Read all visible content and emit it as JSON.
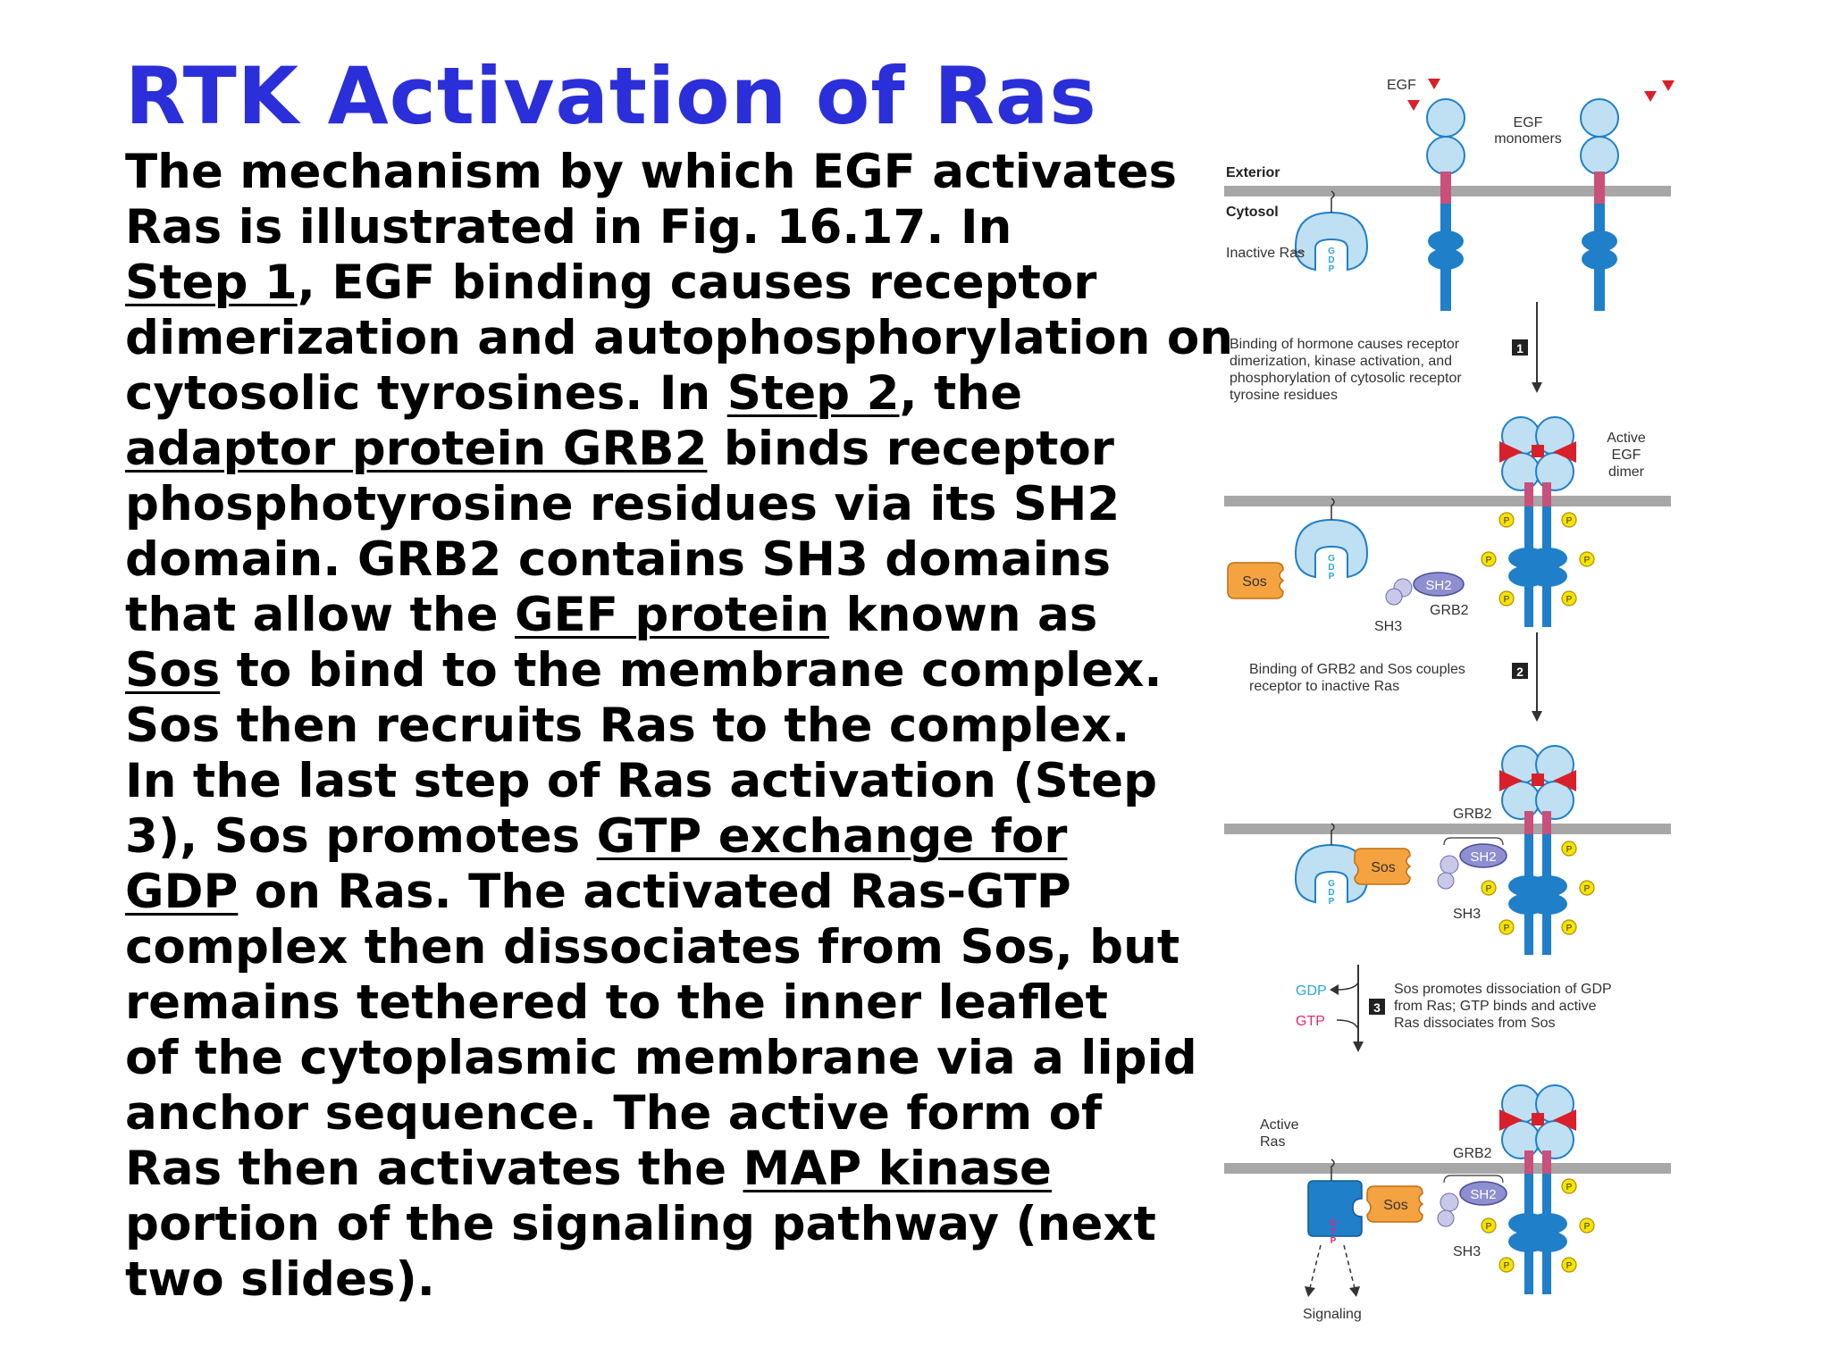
{
  "title": "RTK Activation of Ras",
  "paragraph": {
    "l1": [
      "The mechanism by which EGF activates"
    ],
    "l2": [
      "Ras is illustrated in Fig. 16.17. In"
    ],
    "l3": [
      "Step 1",
      ", EGF binding causes receptor"
    ],
    "l4": [
      "dimerization and autophosphorylation on"
    ],
    "l5": [
      "cytosolic tyrosines. In ",
      "Step 2",
      ", the"
    ],
    "l6": [
      "adaptor protein GRB2",
      " binds receptor"
    ],
    "l7": [
      "phosphotyrosine residues via its SH2"
    ],
    "l8": [
      "domain. GRB2 contains SH3 domains"
    ],
    "l9": [
      "that allow the ",
      "GEF protein",
      " known as"
    ],
    "l10": [
      "Sos",
      " to bind to the membrane complex."
    ],
    "l11": [
      "Sos then recruits Ras to the complex."
    ],
    "l12": [
      "In the last step of Ras activation (Step"
    ],
    "l13": [
      "3), Sos promotes ",
      "GTP exchange for"
    ],
    "l14": [
      "GDP",
      " on Ras. The activated Ras-GTP"
    ],
    "l15": [
      "complex then dissociates from Sos, but"
    ],
    "l16": [
      "remains tethered to the inner leaflet"
    ],
    "l17": [
      "of the cytoplasmic membrane via a lipid"
    ],
    "l18": [
      "anchor sequence. The active form of"
    ],
    "l19": [
      "Ras then activates the ",
      "MAP kinase"
    ],
    "l20": [
      "portion of the signaling pathway (next"
    ],
    "l21": [
      "two slides)."
    ]
  },
  "diagram": {
    "egf": "EGF",
    "egf_monomers": [
      "EGF",
      "monomers"
    ],
    "exterior": "Exterior",
    "cytosol": "Cytosol",
    "inactive_ras": "Inactive Ras",
    "gdp_letters": [
      "G",
      "D",
      "P"
    ],
    "gtp_letters": [
      "G",
      "T",
      "P"
    ],
    "step1_caption": [
      "Binding of hormone causes receptor",
      "dimerization, kinase activation, and",
      "phosphorylation of cytosolic receptor",
      "tyrosine residues"
    ],
    "step1_num": "1",
    "active_egf_dimer": [
      "Active",
      "EGF",
      "dimer"
    ],
    "p": "P",
    "sos": "Sos",
    "sh2": "SH2",
    "sh3": "SH3",
    "grb2": "GRB2",
    "step2_caption": [
      "Binding of GRB2 and Sos couples",
      "receptor to inactive Ras"
    ],
    "step2_num": "2",
    "gdp": "GDP",
    "gtp": "GTP",
    "step3_num": "3",
    "step3_caption": [
      "Sos promotes dissociation of GDP",
      "from Ras; GTP binds and active",
      "Ras dissociates from Sos"
    ],
    "active_ras": [
      "Active",
      "Ras"
    ],
    "signaling": "Signaling"
  },
  "colors": {
    "title": "#2b2fd9",
    "receptor": "#1f7fc9",
    "receptor_light": "#bfe0f2",
    "membrane": "#a7a7a7",
    "sos": "#f4a340",
    "grb2": "#8d8fd1",
    "phosphate": "#f5e300",
    "egf": "#d9202a",
    "gdp": "#2aa7d6",
    "gtp": "#e0287a"
  }
}
